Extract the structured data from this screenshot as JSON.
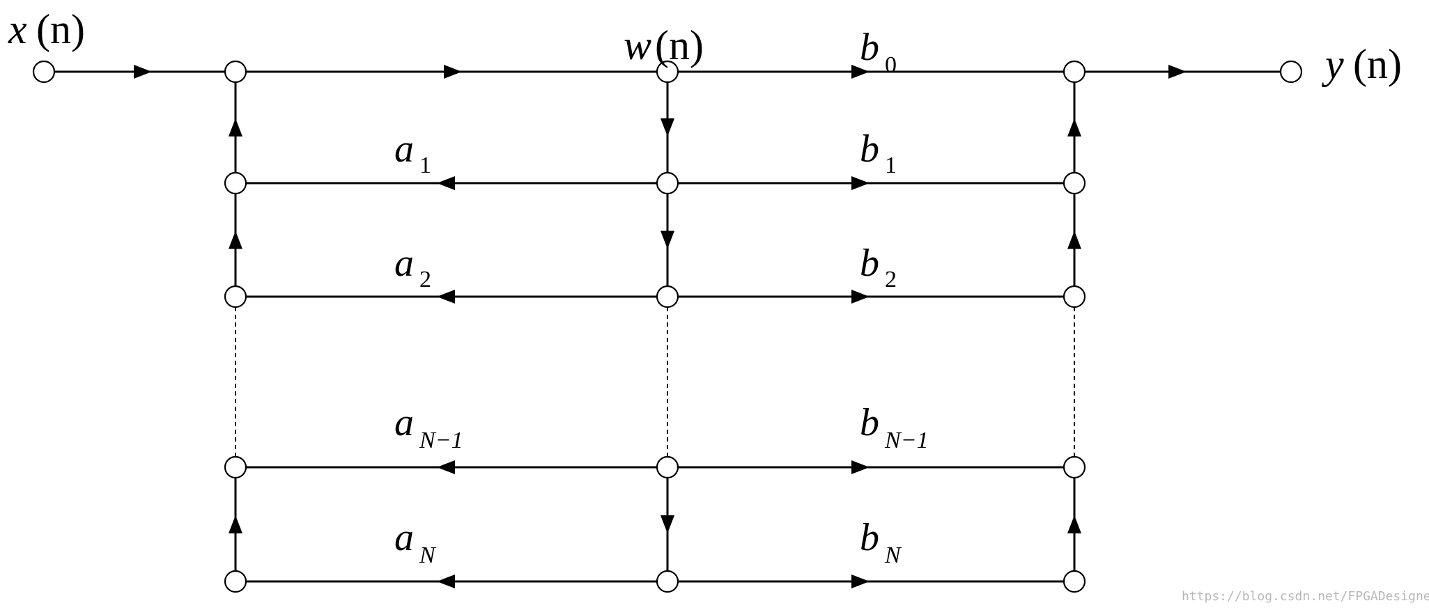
{
  "labels": {
    "input": {
      "main": "x",
      "arg": "(n)"
    },
    "mid": {
      "main": "w",
      "arg": "(n)"
    },
    "output": {
      "main": "y",
      "arg": "(n)"
    }
  },
  "feedback": [
    {
      "main": "a",
      "sub": "1"
    },
    {
      "main": "a",
      "sub": "2"
    },
    {
      "main": "a",
      "sub": "N−1"
    },
    {
      "main": "a",
      "sub": "N"
    }
  ],
  "feedforward": [
    {
      "main": "b",
      "sub": "0"
    },
    {
      "main": "b",
      "sub": "1"
    },
    {
      "main": "b",
      "sub": "2"
    },
    {
      "main": "b",
      "sub": "N−1"
    },
    {
      "main": "b",
      "sub": "N"
    }
  ],
  "watermark": "https://blog.csdn.net/FPGADesigner"
}
